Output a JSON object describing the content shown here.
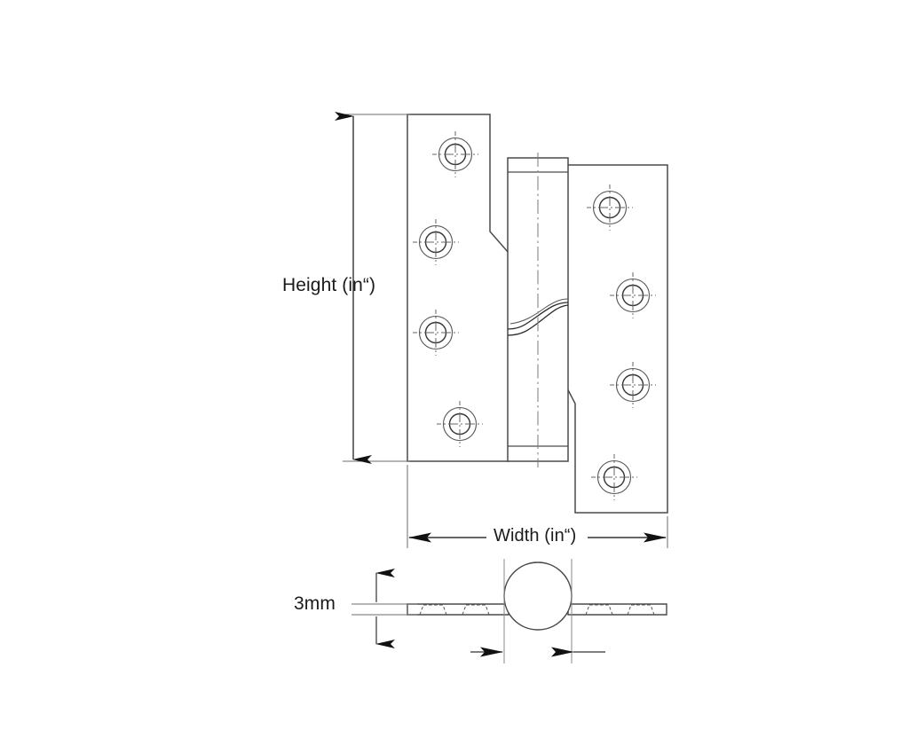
{
  "drawing": {
    "title": "Hinge technical drawing",
    "background_color": "#ffffff",
    "line_color": "#4a4a4a",
    "line_color_dark": "#2b2b2b",
    "arrow_color": "#111111",
    "text_color": "#1a1a1a",
    "dimensions": {
      "height_label": "Height (in“)",
      "width_label": "Width (in“)",
      "thickness_label": "3mm"
    },
    "views": {
      "elevation": {
        "name": "front-elevation-view",
        "left_leaf_screw_holes": 4,
        "right_leaf_screw_holes": 4,
        "knuckle": "single-helical-knuckle"
      },
      "section": {
        "name": "bottom-section-view",
        "knuckle_shape": "circle",
        "leaf_countersinks_per_side": 2
      }
    }
  }
}
